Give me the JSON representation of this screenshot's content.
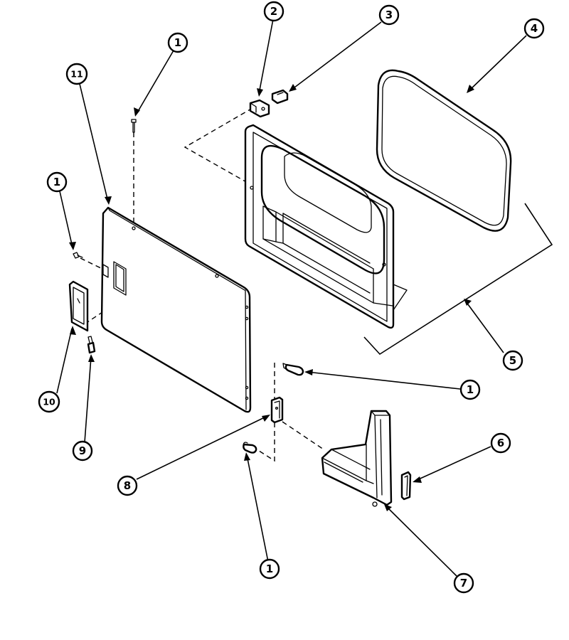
{
  "callouts": [
    {
      "id": "c1a",
      "label": "1"
    },
    {
      "id": "c2",
      "label": "2"
    },
    {
      "id": "c3",
      "label": "3"
    },
    {
      "id": "c4",
      "label": "4"
    },
    {
      "id": "c11",
      "label": "11"
    },
    {
      "id": "c1b",
      "label": "1"
    },
    {
      "id": "c5",
      "label": "5"
    },
    {
      "id": "c10",
      "label": "10"
    },
    {
      "id": "c9",
      "label": "9"
    },
    {
      "id": "c1c",
      "label": "1"
    },
    {
      "id": "c6",
      "label": "6"
    },
    {
      "id": "c8",
      "label": "8"
    },
    {
      "id": "c7",
      "label": "7"
    },
    {
      "id": "c1d",
      "label": "1"
    }
  ]
}
